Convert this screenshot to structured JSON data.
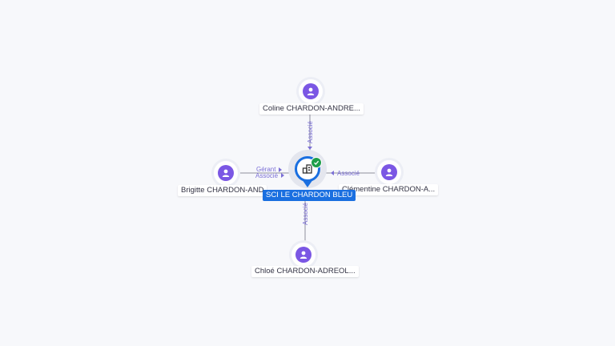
{
  "company": {
    "name": "SCI LE CHARDON BLEU",
    "icon": "building-icon",
    "badge_icon": "check-icon",
    "accent_color": "#1a6fe0",
    "badge_color": "#1e9e4a"
  },
  "people": [
    {
      "id": "top",
      "name": "Coline CHARDON-ANDRE...",
      "icon": "person-icon"
    },
    {
      "id": "left",
      "name": "Brigitte CHARDON-AND",
      "icon": "person-icon"
    },
    {
      "id": "right",
      "name": "Clémentine CHARDON-A...",
      "icon": "person-icon"
    },
    {
      "id": "bottom",
      "name": "Chloé CHARDON-ADREOL...",
      "icon": "person-icon"
    }
  ],
  "edges": [
    {
      "from": "top",
      "labels": [
        "Associé"
      ]
    },
    {
      "from": "left",
      "labels": [
        "Gérant",
        "Associé"
      ]
    },
    {
      "from": "right",
      "labels": [
        "Associé"
      ]
    },
    {
      "from": "bottom",
      "labels": [
        "Associé"
      ]
    }
  ],
  "colors": {
    "person_icon": "#7b57e4",
    "edge_label": "#7b6fd6",
    "edge_line": "#8f8f9e"
  }
}
